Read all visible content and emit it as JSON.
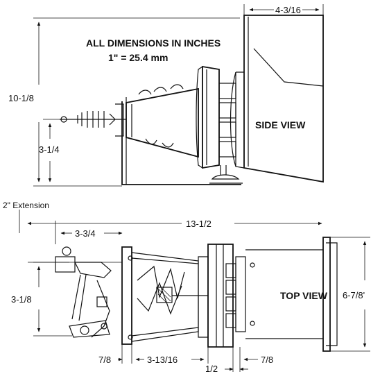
{
  "header": {
    "title": "ALL DIMENSIONS IN INCHES",
    "conversion": "1\" = 25.4 mm"
  },
  "side_view": {
    "label": "SIDE VIEW",
    "dims": {
      "width_top": "4-3/16",
      "height_total": "10-1/8",
      "height_lower": "3-1/4"
    }
  },
  "top_view": {
    "label": "TOP VIEW",
    "extension_note": "2\" Extension",
    "dims": {
      "overall_length": "13-1/2",
      "left_offset": "3-3/4",
      "height_left": "3-1/8",
      "height_right": "6-7/8'",
      "bottom_a": "7/8",
      "bottom_b": "3-13/16",
      "bottom_c": "7/8",
      "bottom_d": "1/2"
    }
  }
}
